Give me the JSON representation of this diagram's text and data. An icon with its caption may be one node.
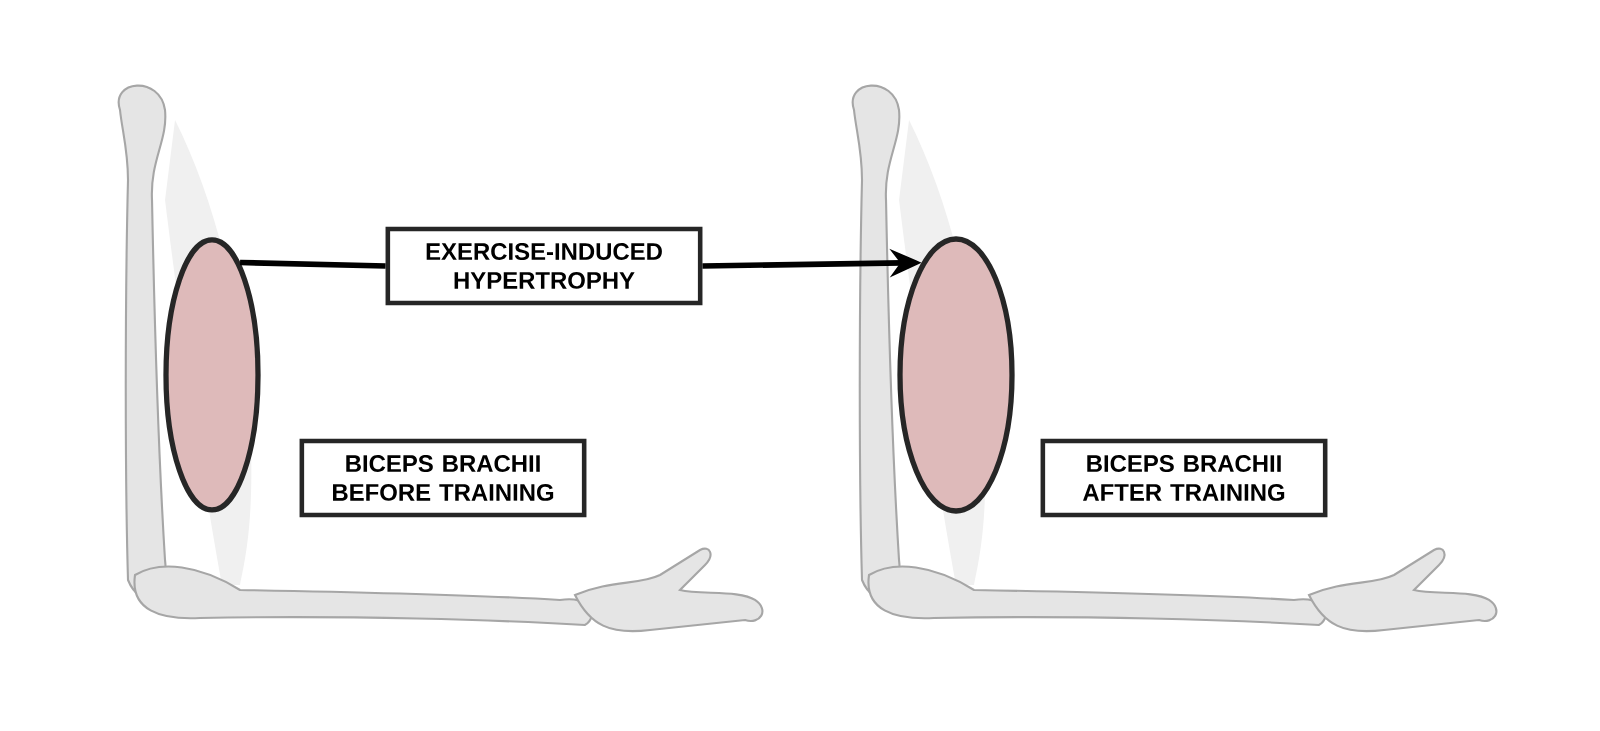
{
  "diagram": {
    "nodes": [
      {
        "text": [],
        "shape": "ellipse"
      },
      {
        "text": [
          "EXERCISE-INDUCED HYPERTROPHY"
        ]
      },
      {
        "text": [],
        "shape": "ellipse"
      },
      {
        "text": [
          "BICEPS BRACHII BEFORE TRAINING"
        ]
      },
      {
        "text": [
          "BICEPS BRACHII AFTER TRAINING"
        ]
      }
    ],
    "edges": [
      {
        "from": 0,
        "to": 1,
        "arrow": "none"
      },
      {
        "from": 1,
        "to": 2,
        "arrow": "to"
      }
    ]
  }
}
